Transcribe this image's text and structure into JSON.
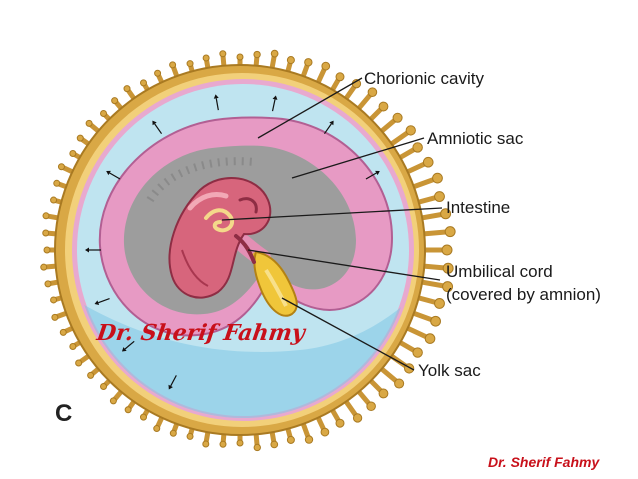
{
  "labels": {
    "chorionic_cavity": "Chorionic cavity",
    "amniotic_sac": "Amniotic sac",
    "intestine": "Intestine",
    "umbilical_cord_line1": "Umbilical cord",
    "umbilical_cord_line2": "(covered by amnion)",
    "yolk_sac": "Yolk sac"
  },
  "panel_letter": "C",
  "watermark": "Dr. Sherif Fahmy",
  "credit": "Dr. Sherif Fahmy",
  "colors": {
    "chorion": "#d9a845",
    "chorion_inner": "#f2d07a",
    "chorionic_cavity": "#bfe4f0",
    "amnion": "#e79ac4",
    "amniotic_cavity": "#9d9d9d",
    "embryo": "#d7657c",
    "yolk_sac": "#f0c63a",
    "watermark": "#c8101a"
  }
}
